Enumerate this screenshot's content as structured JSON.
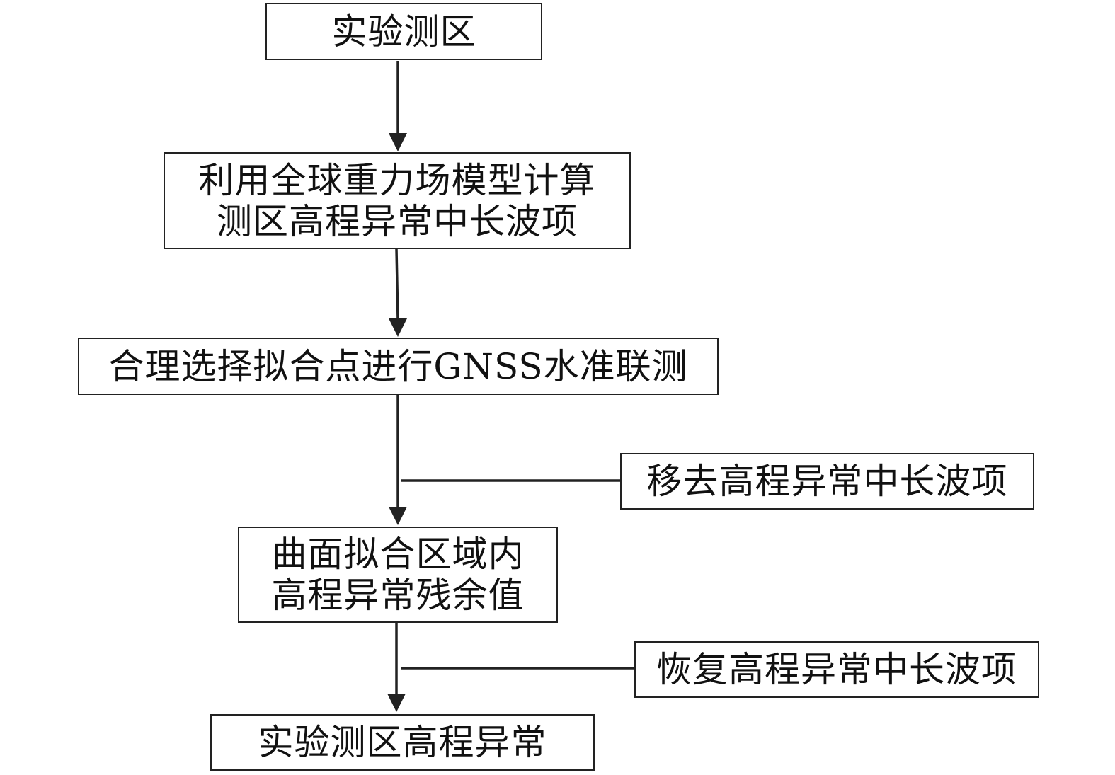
{
  "nodes": {
    "experiment_area": {
      "lines": [
        "实验测区"
      ]
    },
    "compute_long_wave": {
      "lines": [
        "利用全球重力场模型计算",
        "测区高程异常中长波项"
      ]
    },
    "gnss_leveling": {
      "lines": [
        "合理选择拟合点进行GNSS水准联测"
      ]
    },
    "remove_long_wave": {
      "lines": [
        "移去高程异常中长波项"
      ]
    },
    "residual_values": {
      "lines": [
        "曲面拟合区域内",
        "高程异常残余值"
      ]
    },
    "restore_long_wave": {
      "lines": [
        "恢复高程异常中长波项"
      ]
    },
    "final_result": {
      "lines": [
        "实验测区高程异常"
      ]
    }
  },
  "colors": {
    "line": "#222222",
    "box_border": "#222222",
    "background": "#ffffff",
    "text": "#111111"
  }
}
